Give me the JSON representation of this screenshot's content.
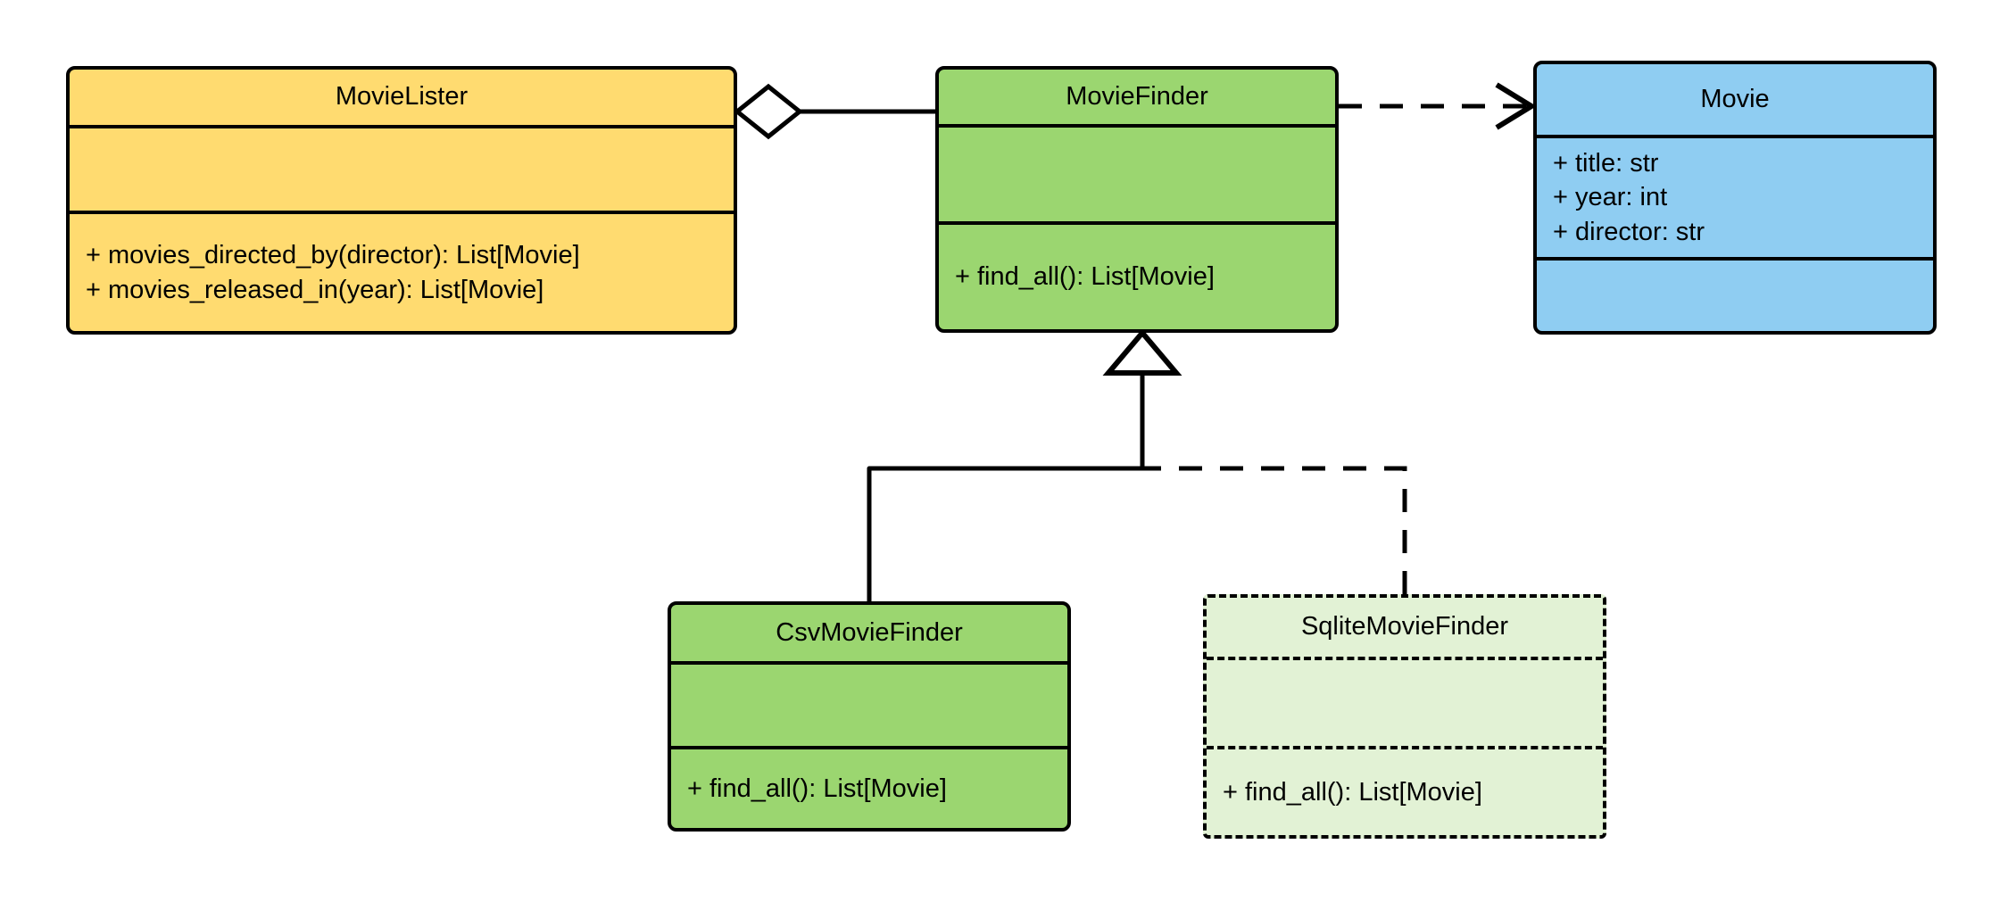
{
  "diagram": {
    "type": "uml-class-diagram",
    "background_color": "#ffffff",
    "line_color": "#000000",
    "classes": [
      {
        "id": "movielister",
        "name": "MovieLister",
        "fill_color": "#ffdb70",
        "border_style": "solid",
        "attributes": [],
        "operations": [
          "+ movies_directed_by(director): List[Movie]",
          "+ movies_released_in(year): List[Movie]"
        ]
      },
      {
        "id": "moviefinder",
        "name": "MovieFinder",
        "fill_color": "#9bd670",
        "border_style": "solid",
        "attributes": [],
        "operations": [
          "+ find_all(): List[Movie]"
        ]
      },
      {
        "id": "movie",
        "name": "Movie",
        "fill_color": "#8fcdf2",
        "border_style": "solid",
        "attributes": [
          "+ title: str",
          "+ year: int",
          "+ director: str"
        ],
        "operations": []
      },
      {
        "id": "csvmoviefinder",
        "name": "CsvMovieFinder",
        "fill_color": "#9bd670",
        "border_style": "solid",
        "attributes": [],
        "operations": [
          "+ find_all(): List[Movie]"
        ]
      },
      {
        "id": "sqlitemoviefinder",
        "name": "SqliteMovieFinder",
        "fill_color": "#e2f2d5",
        "border_style": "dashed",
        "attributes": [],
        "operations": [
          "+ find_all(): List[Movie]"
        ]
      }
    ],
    "relationships": [
      {
        "id": "aggregation-movielister-moviefinder",
        "kind": "aggregation",
        "source": "MovieLister",
        "target": "MovieFinder",
        "line_style": "solid",
        "end_marker": "hollow-diamond"
      },
      {
        "id": "dependency-moviefinder-movie",
        "kind": "dependency",
        "source": "MovieFinder",
        "target": "Movie",
        "line_style": "dashed",
        "end_marker": "open-arrow"
      },
      {
        "id": "inheritance-csvmoviefinder-moviefinder",
        "kind": "generalization",
        "source": "CsvMovieFinder",
        "target": "MovieFinder",
        "line_style": "solid",
        "end_marker": "hollow-triangle"
      },
      {
        "id": "inheritance-sqlitemoviefinder-moviefinder",
        "kind": "generalization",
        "source": "SqliteMovieFinder",
        "target": "MovieFinder",
        "line_style": "dashed",
        "end_marker": "hollow-triangle"
      }
    ]
  }
}
